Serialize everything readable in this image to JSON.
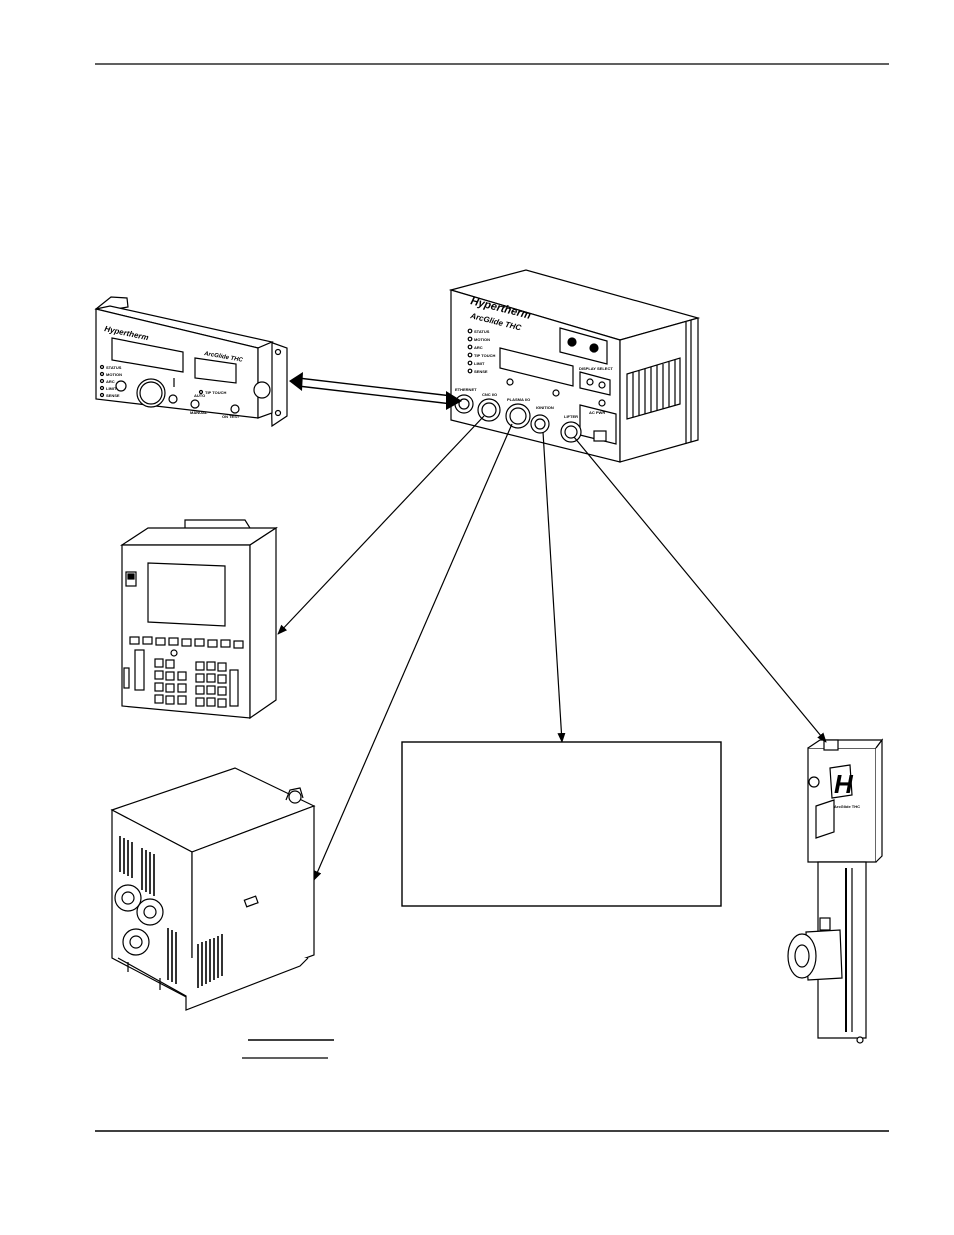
{
  "diagram": {
    "tth_box": {
      "brand": "Hypertherm",
      "model": "ArcGlide THC",
      "leds": [
        "STATUS",
        "MOTION",
        "ARC",
        "TIP TOUCH",
        "LIMIT",
        "SENSE"
      ],
      "display_label": "DISPLAY SELECT",
      "ports": [
        "ETHERNET",
        "CNC I/O",
        "PLASMA I/O",
        "IGNITION",
        "LIFTER",
        "AC PWR"
      ]
    },
    "hmi": {
      "brand": "Hypertherm",
      "model": "ArcGlide THC",
      "labels": [
        "STATUS",
        "MOTION",
        "ARC",
        "LIMIT",
        "SENSE",
        "AUTO",
        "MANUAL",
        "TIP TOUCH",
        "ON TEST"
      ]
    },
    "lifter": {
      "logo_letter": "H",
      "model": "ArcGlide THC"
    },
    "colors": {
      "line": "#000000",
      "background": "#ffffff"
    }
  }
}
